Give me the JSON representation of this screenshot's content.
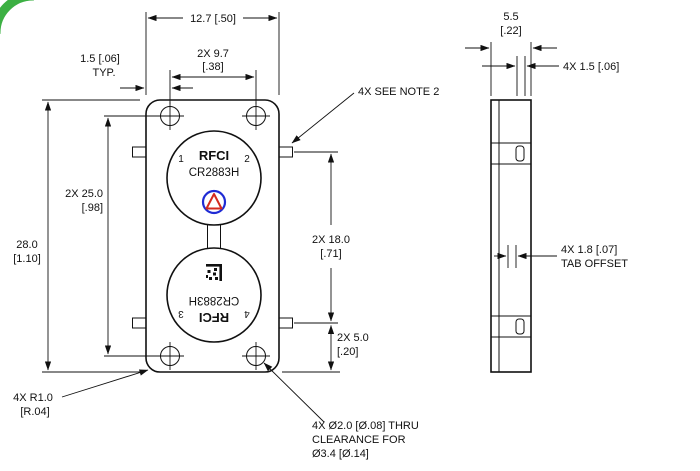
{
  "drawing": {
    "front_view": {
      "top_label": {
        "port_left": "1",
        "brand": "RFCI",
        "port_right": "2",
        "model": "CR2883H"
      },
      "bottom_label": {
        "port_left": "4",
        "brand": "RFCI",
        "port_right": "3",
        "model": "CR2883H"
      },
      "dims": {
        "overall_width": "12.7 [.50]",
        "hole_span_h_l1": "2X 9.7",
        "hole_span_h_l2": "[.38]",
        "edge_offset_l1": "1.5 [.06]",
        "edge_offset_l2": "TYP.",
        "overall_height_l1": "28.0",
        "overall_height_l2": "[1.10]",
        "hole_span_v_l1": "2X 25.0",
        "hole_span_v_l2": "[.98]",
        "tab_span_l1": "2X 18.0",
        "tab_span_l2": "[.71]",
        "tab_to_bottom_l1": "2X 5.0",
        "tab_to_bottom_l2": "[.20]"
      },
      "callouts": {
        "tabs_note": "4X SEE NOTE 2",
        "corner_radius_l1": "4X R1.0",
        "corner_radius_l2": "[R.04]",
        "hole_note_l1": "4X Ø2.0 [Ø.08] THRU",
        "hole_note_l2": "CLEARANCE FOR",
        "hole_note_l3": "Ø3.4 [Ø.14]"
      }
    },
    "side_view": {
      "dims": {
        "depth_l1": "5.5",
        "depth_l2": "[.22]",
        "tab_thickness": "4X 1.5 [.06]",
        "tab_offset_l1": "4X 1.8 [.07]",
        "tab_offset_l2": "TAB OFFSET"
      }
    },
    "colors": {
      "line": "#111111",
      "logo_blue": "#1f2bd4",
      "logo_red": "#d42a1e",
      "accent_green": "#3cb043",
      "background": "#ffffff"
    }
  }
}
